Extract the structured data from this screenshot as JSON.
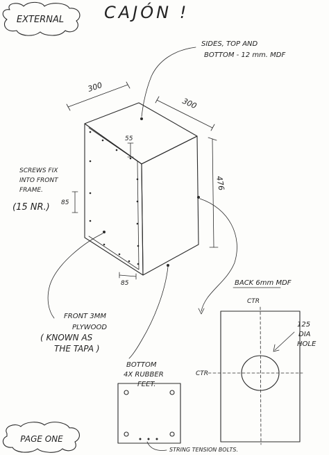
{
  "title": "CAJÓN !",
  "external_label": "EXTERNAL",
  "page_label": "PAGE ONE",
  "notes": {
    "sides_line1": "SIDES, TOP AND",
    "sides_line2": "BOTTOM - 12 mm. MDF",
    "screws_line1": "SCREWS FIX",
    "screws_line2": "INTO FRONT",
    "screws_line3": "FRAME.",
    "screws_line4": "(15 NR.)",
    "front_line1": "FRONT 3MM",
    "front_line2": "PLYWOOD",
    "front_line3": "( KNOWN AS",
    "front_line4": "THE TAPA )",
    "bottom_line1": "BOTTOM",
    "bottom_line2": "4X RUBBER",
    "bottom_line3": "FEET.",
    "back_label": "BACK 6mm MDF",
    "hole_line1": "125",
    "hole_line2": "DIA",
    "hole_line3": "HOLE",
    "ctr_top": "CTR",
    "ctr_left": "CTR",
    "bolts_label": "STRING TENSION BOLTS."
  },
  "dimensions": {
    "width": "300",
    "depth": "300",
    "height": "476",
    "top_offset": "55",
    "side_offset": "85",
    "bottom_offset": "85"
  }
}
